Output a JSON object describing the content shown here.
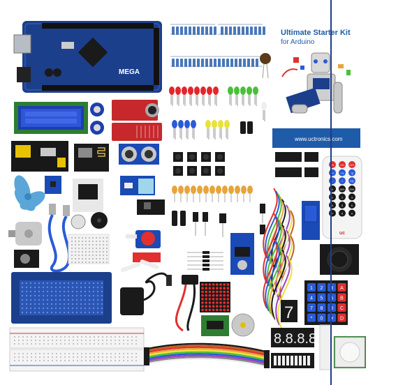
{
  "product_photo": {
    "board": {
      "silkscreen": "MEGA"
    },
    "box": {
      "title": "Ultimate Starter Kit",
      "subtitle": "for Arduino",
      "url": "www.uctronics.com",
      "background_color": "#1e5ba9"
    },
    "segment_display": {
      "single_digit": "7",
      "four_digit": "8.8.8.8."
    },
    "remote": {
      "keys": [
        "CH-",
        "CH",
        "CH+",
        "|<<",
        ">>|",
        ">||",
        "-",
        "+",
        "EQ",
        "0",
        "100+",
        "200+",
        "1",
        "2",
        "3",
        "4",
        "5",
        "6",
        "7",
        "8",
        "9"
      ],
      "logo": "uc"
    },
    "keypad": {
      "keys": [
        "1",
        "2",
        "3",
        "A",
        "4",
        "5",
        "6",
        "B",
        "7",
        "8",
        "9",
        "C",
        "*",
        "0",
        "#",
        "D"
      ]
    },
    "colors": {
      "board_blue": "#1c3f8c",
      "led_red": "#e3262b",
      "led_green": "#4bbf3a",
      "led_blue": "#2a5bd7",
      "led_yellow": "#e8e23a",
      "capacitor_yellow": "#e8a43a",
      "resistor_body": "#4a78b8"
    }
  }
}
